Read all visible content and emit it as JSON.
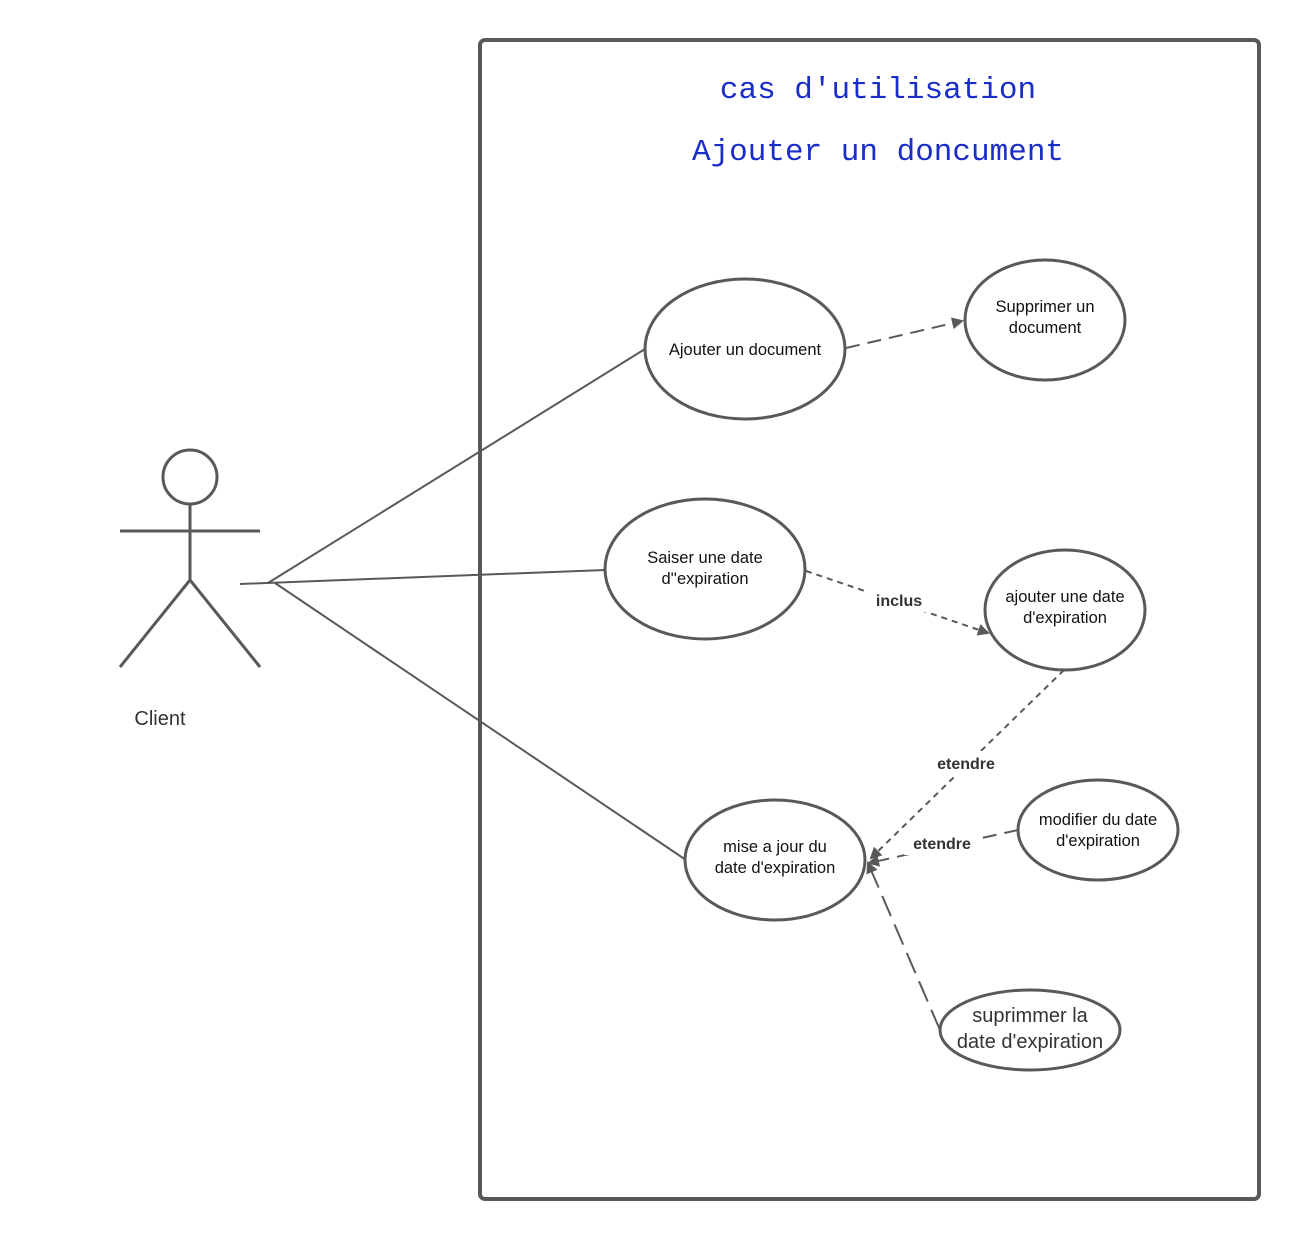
{
  "system": {
    "title_line1": "cas d'utilisation",
    "title_line2": "Ajouter un doncument"
  },
  "actor": {
    "label": "Client"
  },
  "use_cases": {
    "ajouter_document": [
      "Ajouter un document"
    ],
    "supprimer_document": [
      "Supprimer un",
      "document"
    ],
    "saisir_date": [
      "Saiser une date",
      "d''expiration"
    ],
    "ajouter_date": [
      "ajouter une date",
      "d'expiration"
    ],
    "mise_a_jour": [
      "mise a jour du",
      "date d'expiration"
    ],
    "modifier_date": [
      "modifier du date",
      "d'expiration"
    ],
    "supprimer_date": [
      "suprimmer la",
      "date d'expiration"
    ]
  },
  "relations": {
    "include_label": "inclus",
    "extend_label_1": "etendre",
    "extend_label_2": "etendre"
  },
  "colors": {
    "title": "#1a2dc8",
    "line": "#595959",
    "text": "#333333"
  }
}
